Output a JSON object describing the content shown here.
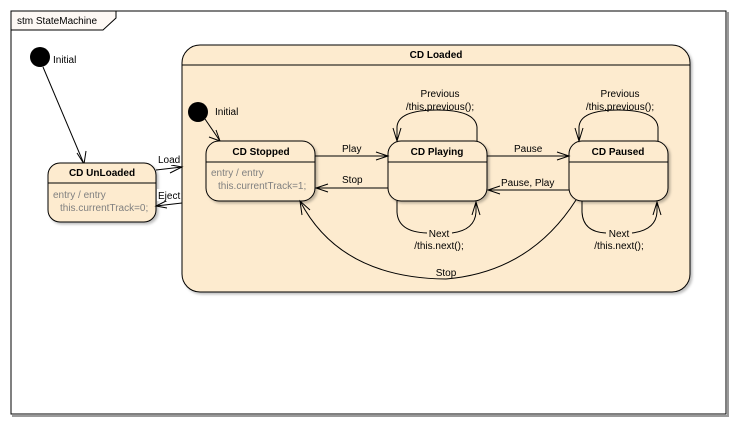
{
  "frame": {
    "title": "stm StateMachine"
  },
  "colors": {
    "state_fill": "#fdebcf",
    "stroke": "#000000",
    "activity_text": "#808080",
    "background": "#ffffff"
  },
  "initial_outer": {
    "label": "Initial"
  },
  "initial_inner": {
    "label": "Initial"
  },
  "composite": {
    "title": "CD Loaded"
  },
  "states": {
    "unloaded": {
      "title": "CD UnLoaded",
      "entry_line1": "entry / entry",
      "entry_line2": "this.currentTrack=0;"
    },
    "stopped": {
      "title": "CD Stopped",
      "entry_line1": "entry / entry",
      "entry_line2": "this.currentTrack=1;"
    },
    "playing": {
      "title": "CD Playing"
    },
    "paused": {
      "title": "CD Paused"
    }
  },
  "transitions": {
    "load": "Load",
    "eject": "Eject",
    "play": "Play",
    "stop_playing": "Stop",
    "pause": "Pause",
    "pause_play": "Pause, Play",
    "stop_paused": "Stop",
    "playing_previous_line1": "Previous",
    "playing_previous_line2": "/this.previous();",
    "playing_next_line1": "Next",
    "playing_next_line2": "/this.next();",
    "paused_previous_line1": "Previous",
    "paused_previous_line2": "/this.previous();",
    "paused_next_line1": "Next",
    "paused_next_line2": "/this.next();"
  }
}
